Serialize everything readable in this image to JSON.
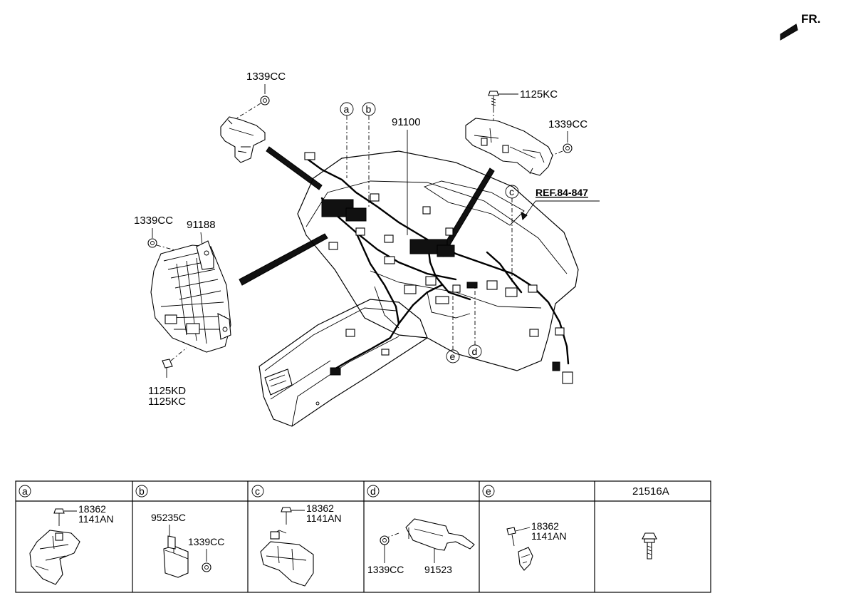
{
  "orientation": {
    "label": "FR."
  },
  "callouts": {
    "top_clip_left": "1339CC",
    "bracket_bolt": "1125KC",
    "bracket_nut": "1339CC",
    "main_harness": "91100",
    "reference": "REF.84-847",
    "junction_nut": "1339CC",
    "junction_box": "91188",
    "jb_bolt_1": "1125KD",
    "jb_bolt_2": "1125KC"
  },
  "markers": [
    "a",
    "b",
    "c",
    "d",
    "e"
  ],
  "detail_table": {
    "headers": [
      "a",
      "b",
      "c",
      "d",
      "e",
      "21516A"
    ],
    "cells": {
      "a": [
        "18362",
        "1141AN"
      ],
      "b": [
        "95235C",
        "1339CC"
      ],
      "c": [
        "18362",
        "1141AN"
      ],
      "d": [
        "1339CC",
        "91523"
      ],
      "e": [
        "18362",
        "1141AN"
      ]
    }
  },
  "icons": [
    "arrow-front-icon",
    "bolt-icon",
    "nut-icon",
    "connector-icon"
  ]
}
